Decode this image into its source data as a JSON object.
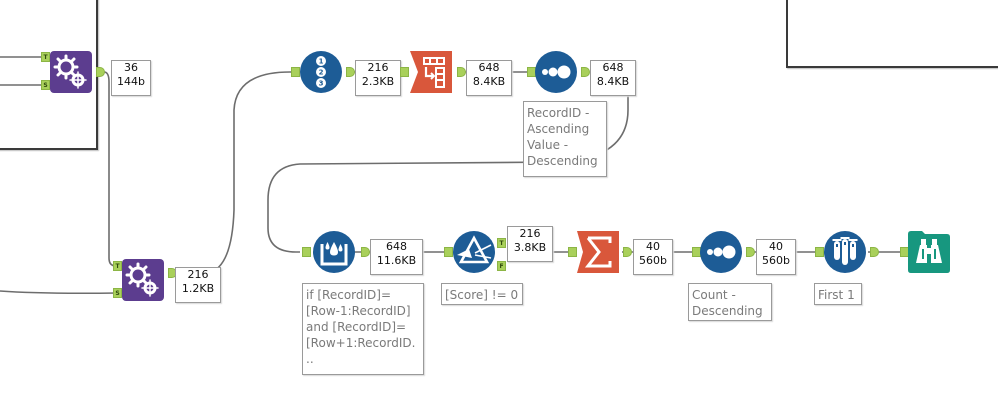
{
  "canvas": {
    "colors": {
      "macro_purple": "#5c3d8f",
      "preparation_blue": "#1d5c96",
      "transform_orange": "#d9573b",
      "browse_teal": "#17977f",
      "anchor_green": "#a9d05b",
      "wire_gray": "#6d6d6d"
    }
  },
  "tools": [
    {
      "id": "macro-top",
      "type": "macro",
      "icon": "gears-icon",
      "anchors_in": [
        "T",
        "S"
      ]
    },
    {
      "id": "macro-bottom",
      "type": "macro",
      "icon": "gears-icon",
      "anchors_in": [
        "T",
        "S"
      ]
    },
    {
      "id": "record-id",
      "type": "record-id",
      "icon": "numbered-list-icon"
    },
    {
      "id": "transpose",
      "type": "transpose",
      "icon": "transpose-icon"
    },
    {
      "id": "sort-1",
      "type": "sort",
      "icon": "sort-dots-icon",
      "annotation": "RecordID -\nAscending\nValue -\nDescending"
    },
    {
      "id": "multirow-formula",
      "type": "multi-row-formula",
      "icon": "multirow-formula-icon",
      "annotation": "if [RecordID]=\n[Row-1:RecordID]\nand [RecordID]=\n[Row+1:RecordID.\n.."
    },
    {
      "id": "filter",
      "type": "filter",
      "icon": "filter-prism-icon",
      "anchors_out": [
        "T",
        "F"
      ],
      "annotation": "[Score] != 0"
    },
    {
      "id": "summarize",
      "type": "summarize",
      "icon": "sigma-icon"
    },
    {
      "id": "sort-2",
      "type": "sort",
      "icon": "sort-dots-icon",
      "annotation": "Count -\nDescending"
    },
    {
      "id": "sample",
      "type": "sample",
      "icon": "test-tubes-icon",
      "annotation": "First 1"
    },
    {
      "id": "browse",
      "type": "browse",
      "icon": "binoculars-icon"
    }
  ],
  "record_counts": [
    {
      "records": "36",
      "size": "144b"
    },
    {
      "records": "216",
      "size": "1.2KB"
    },
    {
      "records": "216",
      "size": "2.3KB"
    },
    {
      "records": "648",
      "size": "8.4KB"
    },
    {
      "records": "648",
      "size": "8.4KB"
    },
    {
      "records": "648",
      "size": "11.6KB"
    },
    {
      "records": "216",
      "size": "3.8KB"
    },
    {
      "records": "40",
      "size": "560b"
    },
    {
      "records": "40",
      "size": "560b"
    }
  ]
}
